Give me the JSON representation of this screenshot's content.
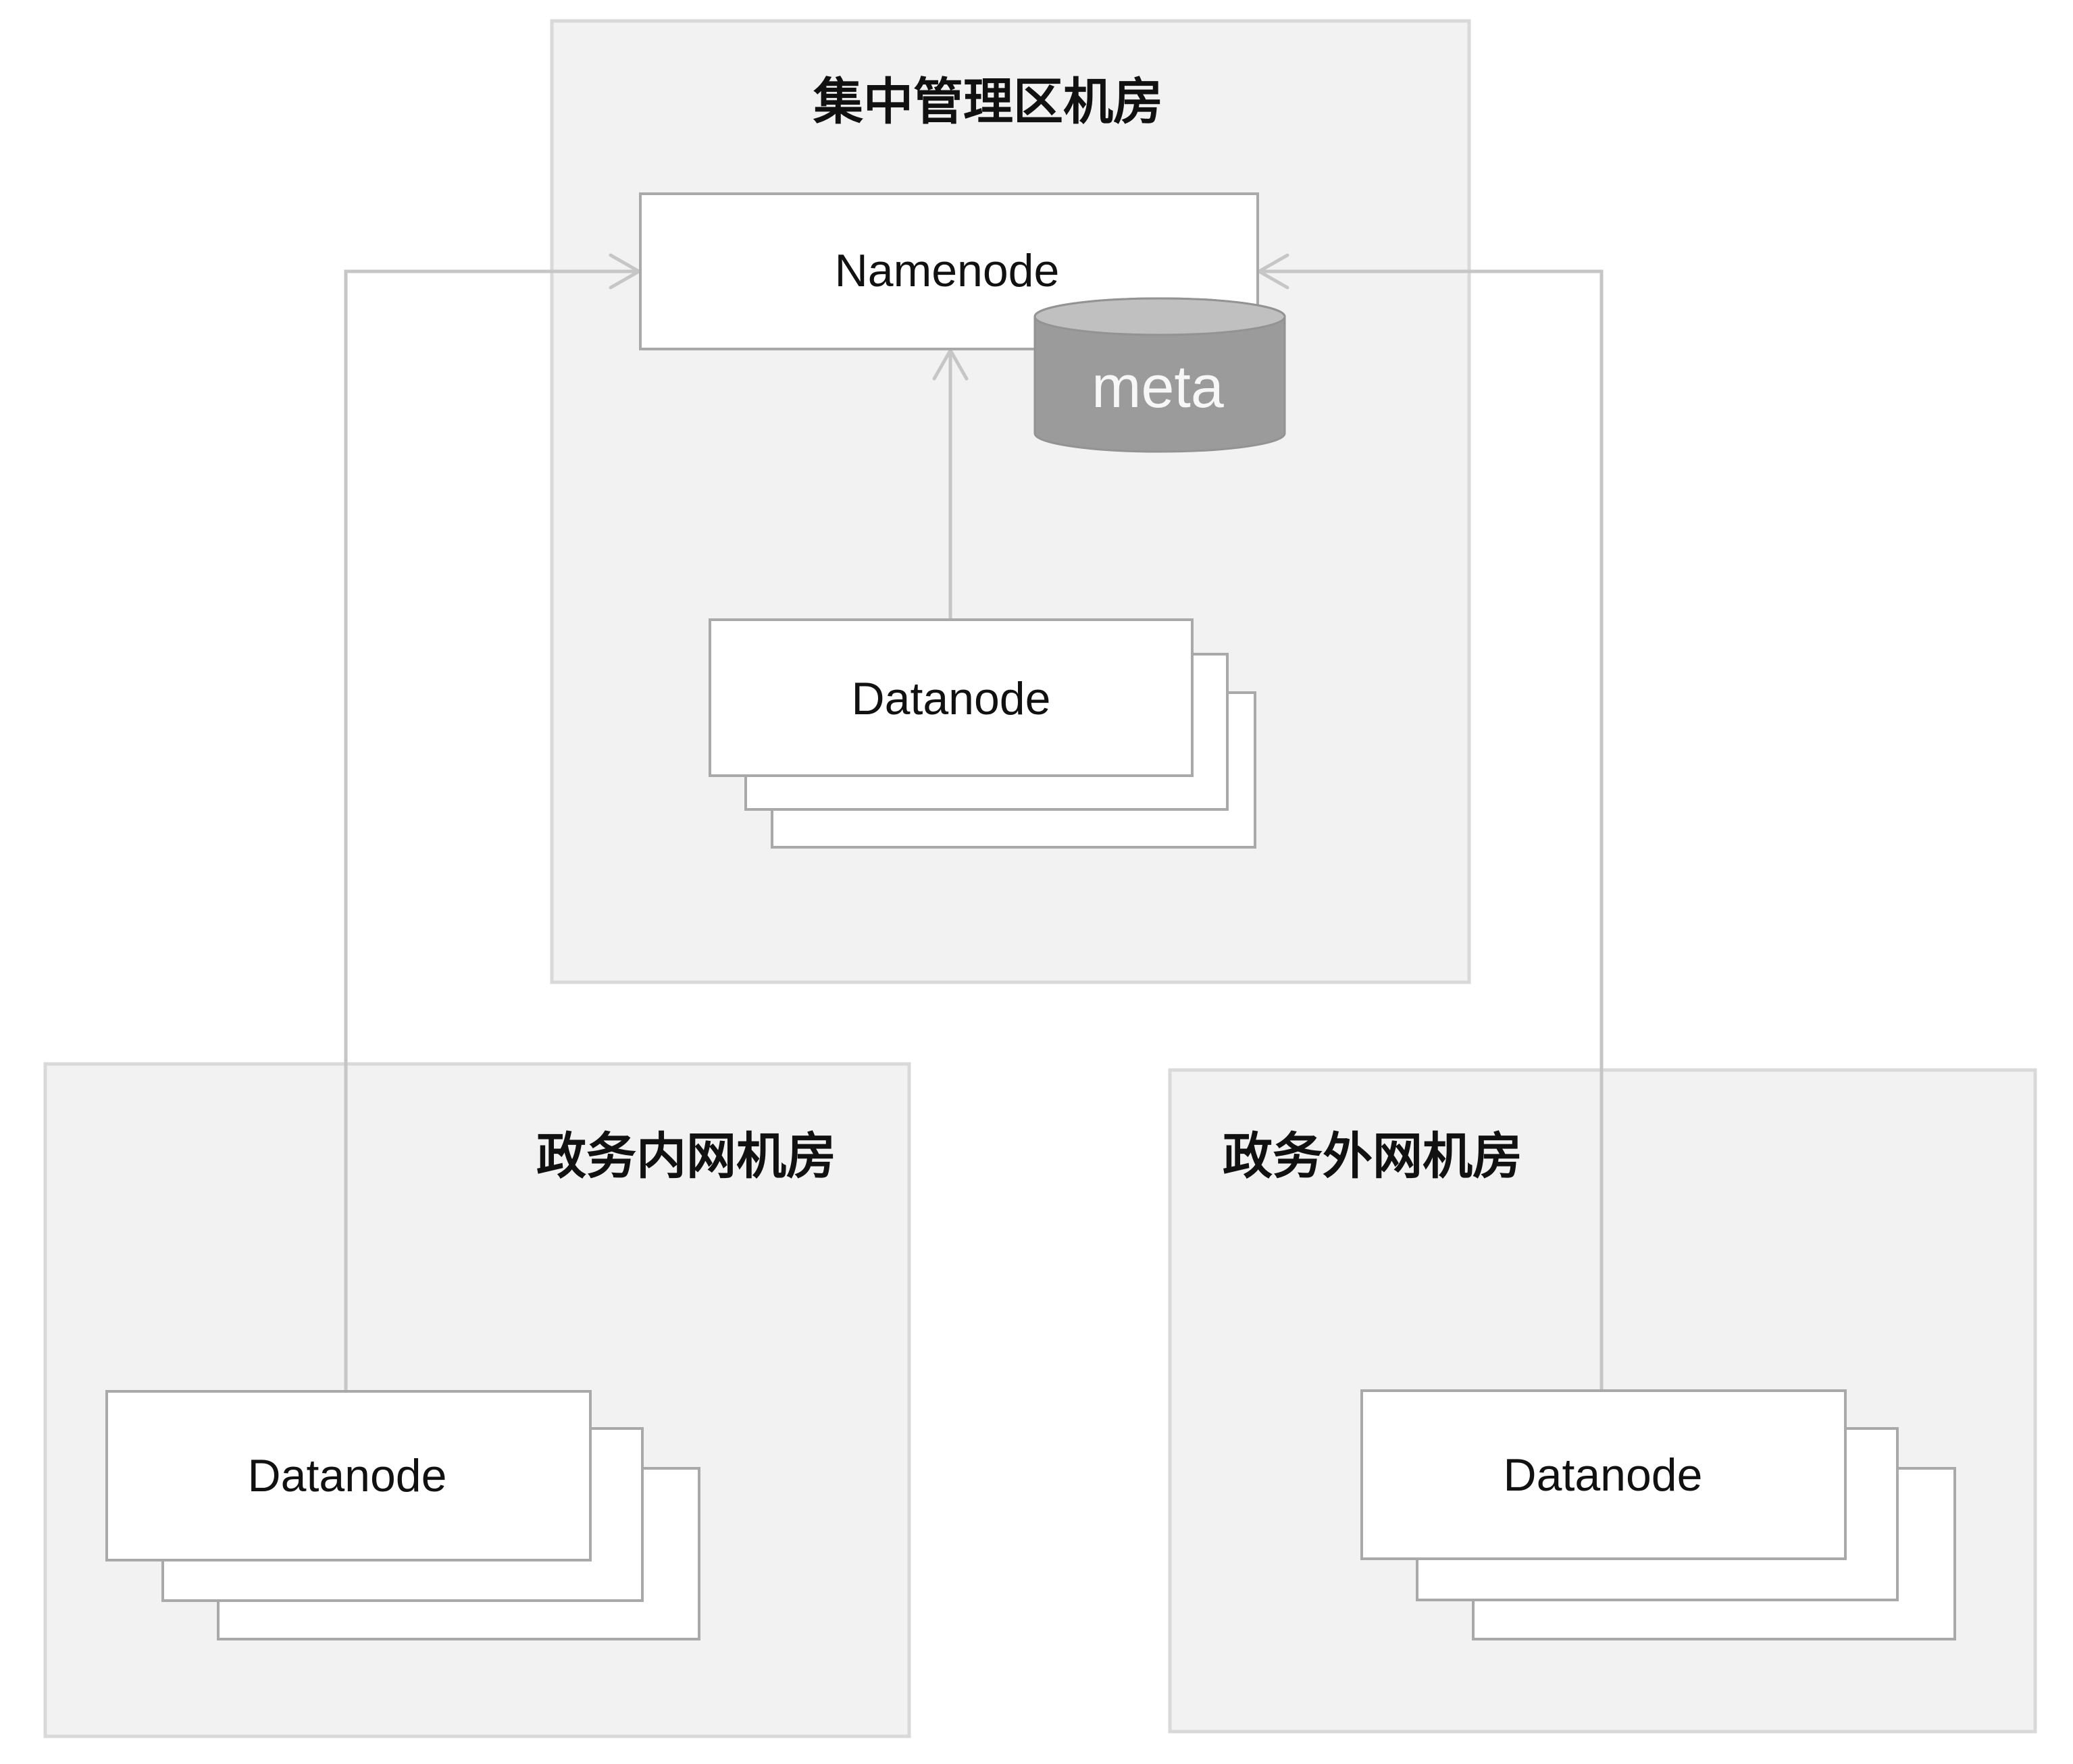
{
  "diagram": {
    "type": "deployment-architecture",
    "zones": {
      "central": {
        "title": "集中管理区机房"
      },
      "internal": {
        "title": "政务内网机房"
      },
      "external": {
        "title": "政务外网机房"
      }
    },
    "nodes": {
      "namenode": {
        "label": "Namenode"
      },
      "meta_db": {
        "label": "meta"
      },
      "central_datanode": {
        "label": "Datanode",
        "stacked_copies": 3
      },
      "internal_datanode": {
        "label": "Datanode",
        "stacked_copies": 3
      },
      "external_datanode": {
        "label": "Datanode",
        "stacked_copies": 3
      }
    },
    "edges": [
      {
        "from": "central_datanode",
        "to": "namenode"
      },
      {
        "from": "internal_datanode",
        "to": "namenode"
      },
      {
        "from": "external_datanode",
        "to": "namenode"
      }
    ],
    "colors": {
      "zone_fill": "#f2f2f2",
      "zone_border": "#d9d9d9",
      "node_fill": "#ffffff",
      "node_border": "#a9a9a9",
      "connector": "#c6c6c6",
      "db_body": "#9b9b9b",
      "db_top": "#c0c0c0",
      "text": "#111111"
    }
  }
}
